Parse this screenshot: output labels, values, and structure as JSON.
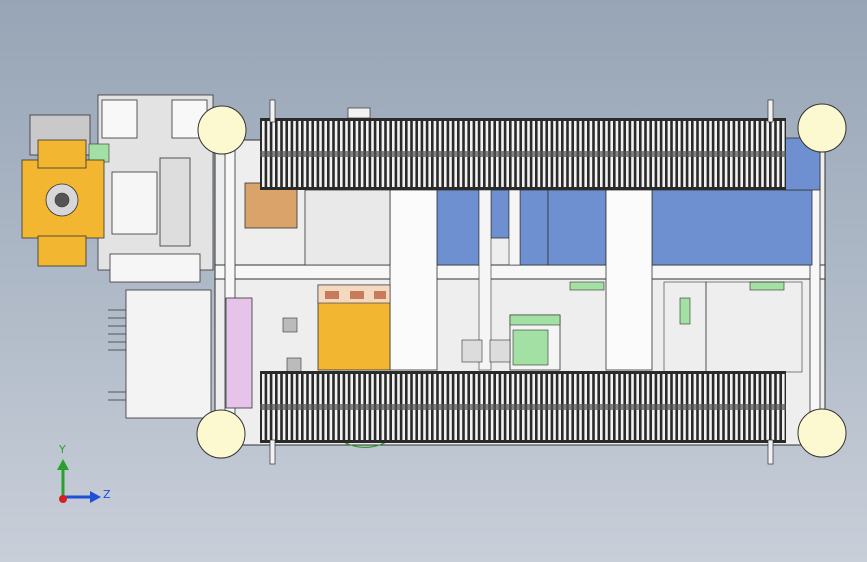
{
  "viewport": {
    "background_top": "#97a5b6",
    "background_bottom": "#c9cfd9"
  },
  "triad": {
    "y_label": "Y",
    "z_label": "Z",
    "y_color": "#2ca02c",
    "z_color": "#1f4fd6",
    "origin_color": "#d62020"
  },
  "model": {
    "track_belts": 2,
    "wheels": 4,
    "colors": {
      "track": "#2a2a2a",
      "track_link": "#f2f2f2",
      "frame": "#f2f2f2",
      "panel_blue": "#6e8fd0",
      "panel_orange": "#f2b631",
      "panel_violet": "#e6c4ea",
      "wheel": "#fcf8cf",
      "motor_yellow": "#f2b631",
      "accent_green": "#a3e0a3"
    }
  }
}
